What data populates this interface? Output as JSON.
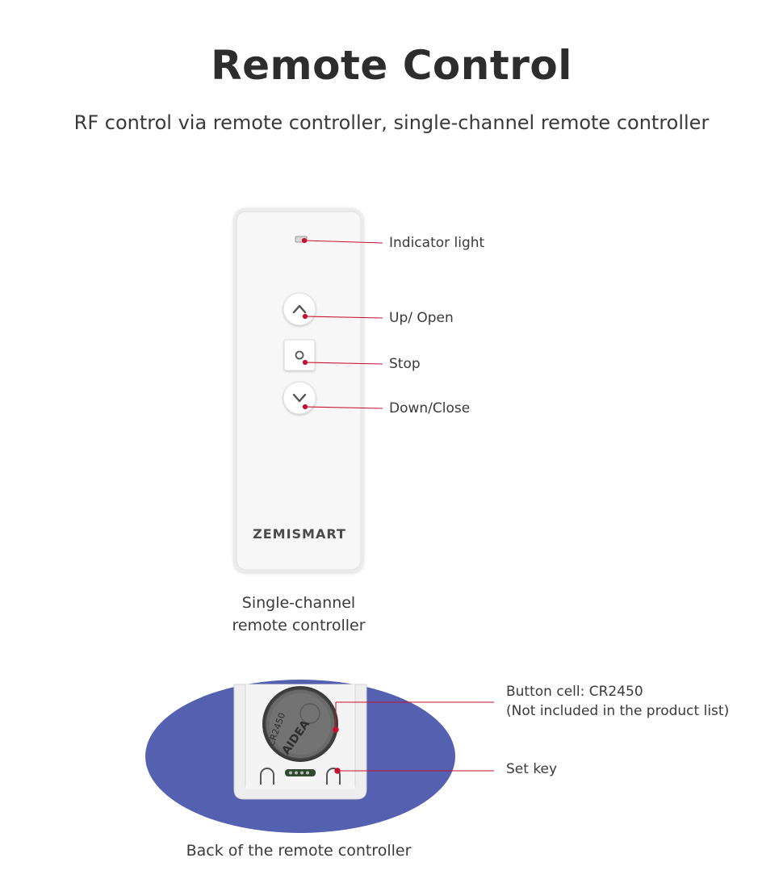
{
  "header": {
    "title": "Remote Control",
    "subtitle": "RF control via remote controller, single-channel remote controller"
  },
  "front": {
    "brand": "ZEMISMART",
    "caption_line1": "Single-channel",
    "caption_line2": "remote controller",
    "callouts": {
      "indicator": "Indicator light",
      "up": "Up/ Open",
      "stop": "Stop",
      "down": "Down/Close"
    }
  },
  "back": {
    "caption": "Back of the remote controller",
    "battery_print": "CR2450",
    "battery_brand": "AIDEA",
    "callouts": {
      "battery_line1": "Button cell: CR2450",
      "battery_line2": "(Not included in the product list)",
      "set_key": "Set key"
    }
  },
  "colors": {
    "leader_line": "#c8102e",
    "ellipse": "#5460b0",
    "remote_body": "#f6f6f6"
  }
}
